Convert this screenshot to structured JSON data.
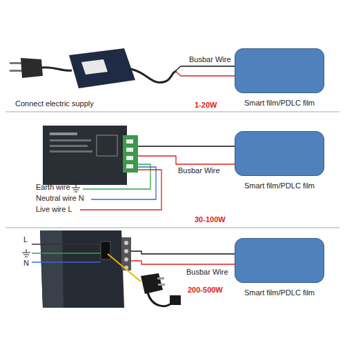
{
  "diagram": {
    "nodes": [
      {
        "text": [
          "Smart film/PDLC film"
        ]
      },
      {
        "text": [
          "Smart film/PDLC film"
        ]
      },
      {
        "text": [
          "Smart film/PDLC film"
        ]
      }
    ],
    "labels": [
      "Busbar Wire",
      "Connect electric supply",
      "1-20W",
      "Busbar Wire",
      "Earth wire",
      "Neutral wire N",
      "Live wire L",
      "30-100W",
      "L",
      "N",
      "Busbar Wire",
      "200-500W"
    ]
  }
}
